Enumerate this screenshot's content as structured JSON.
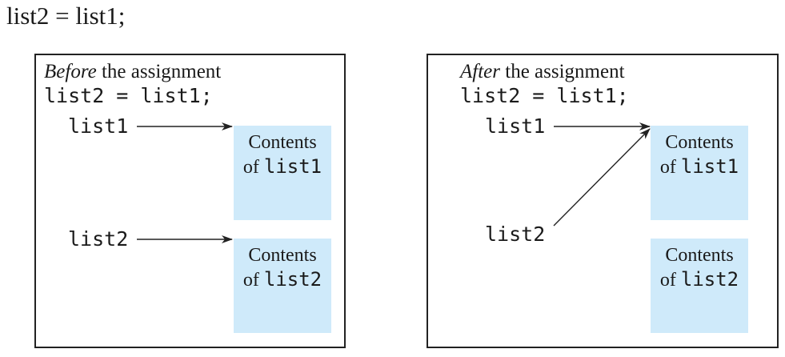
{
  "headline": "list2 = list1;",
  "before_panel": {
    "caption_emph": "Before",
    "caption_rest": " the assignment",
    "code": "list2 = list1;",
    "var1": "list1",
    "var2": "list2",
    "box1": {
      "line1": "Contents",
      "of": "of ",
      "name": "list1"
    },
    "box2": {
      "line1": "Contents",
      "of": "of ",
      "name": "list2"
    }
  },
  "after_panel": {
    "caption_emph": "After",
    "caption_rest": " the assignment",
    "code": "list2 = list1;",
    "var1": "list1",
    "var2": "list2",
    "box1": {
      "line1": "Contents",
      "of": "of ",
      "name": "list1"
    },
    "box2": {
      "line1": "Contents",
      "of": "of ",
      "name": "list2"
    }
  },
  "colors": {
    "box_fill": "#cfeafa",
    "border": "#222222",
    "arrow": "#222222"
  }
}
